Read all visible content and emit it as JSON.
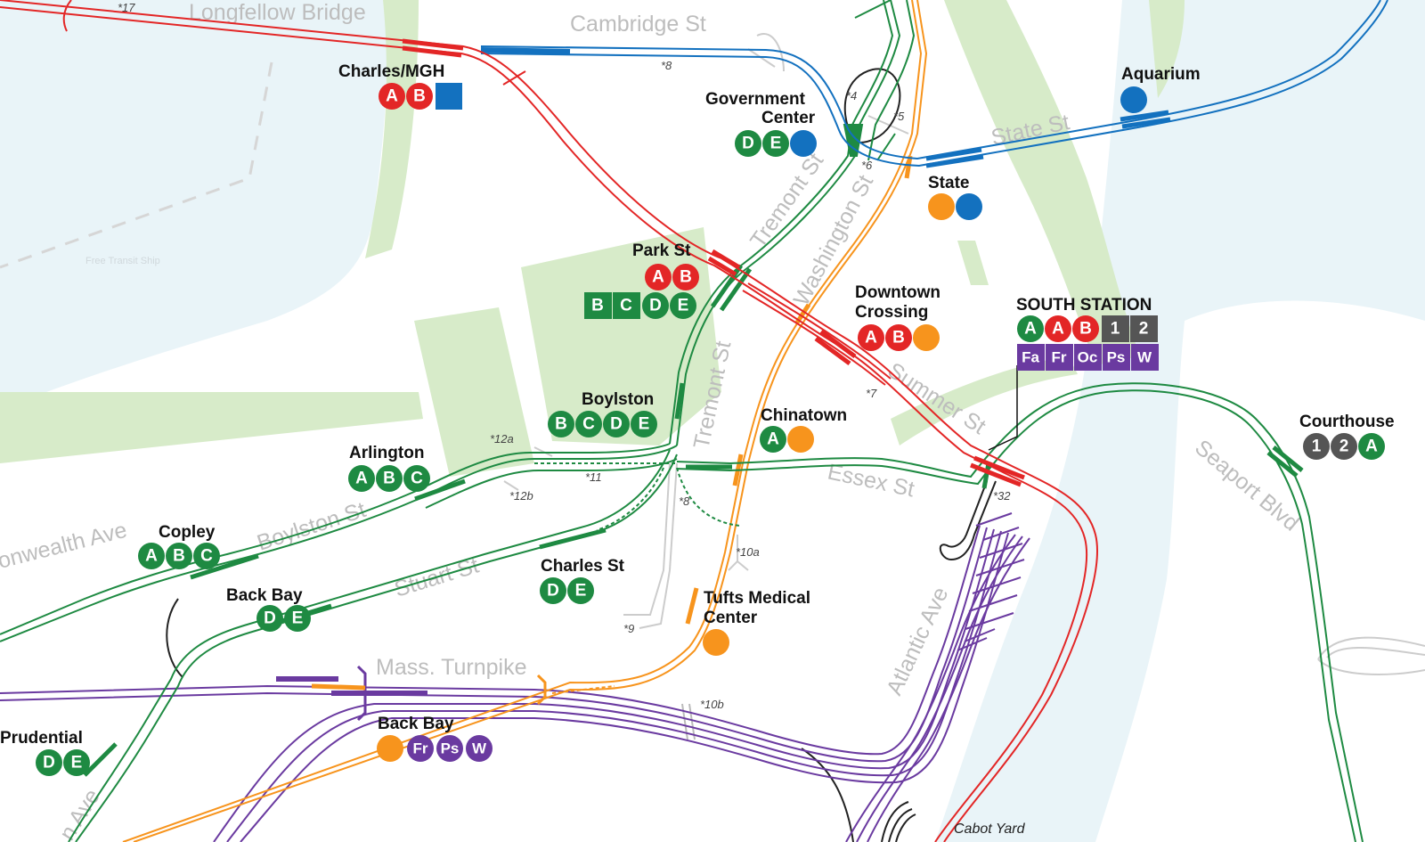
{
  "colors": {
    "red": "#e32626",
    "green": "#1e8a42",
    "blue": "#1371bf",
    "orange": "#f7941d",
    "purple": "#6a3aa0",
    "gray": "#555555",
    "water": "#e9f4f8",
    "park": "#d7ebc9"
  },
  "streets": {
    "longfellow": "Longfellow Bridge",
    "cambridge": "Cambridge St",
    "state": "State St",
    "tremont1": "Tremont St",
    "washington": "Washington St",
    "tremont2": "Tremont St",
    "summer": "Summer St",
    "essex": "Essex St",
    "seaport": "Seaport Blvd",
    "boylston": "Boylston St",
    "commonwealth": "onwealth Ave",
    "stuart": "Stuart St",
    "turnpike": "Mass. Turnpike",
    "atlantic": "Atlantic Ave",
    "huntington": "n Ave"
  },
  "faint_label": "Free Transit Ship",
  "yard": "Cabot Yard",
  "notes": {
    "n17": "*17",
    "n8a": "*8",
    "n4": "*4",
    "n5": "*5",
    "n6": "*6",
    "n7": "*7",
    "n12a": "*12a",
    "n11": "*11",
    "n12b": "*12b",
    "n8b": "*8",
    "n10a": "*10a",
    "n9": "*9",
    "n32": "*32",
    "n10b": "*10b"
  },
  "stations": {
    "charles": {
      "name": "Charles/MGH",
      "routes": [
        "A",
        "B"
      ]
    },
    "govcenter": {
      "name1": "Government",
      "name2": "Center",
      "routes": [
        "D",
        "E"
      ]
    },
    "aquarium": {
      "name": "Aquarium"
    },
    "state": {
      "name": "State"
    },
    "park": {
      "name": "Park St",
      "routes_red": [
        "A",
        "B"
      ],
      "routes_green": [
        "B",
        "C",
        "D",
        "E"
      ]
    },
    "downtown": {
      "name1": "Downtown",
      "name2": "Crossing",
      "routes": [
        "A",
        "B"
      ]
    },
    "south": {
      "name": "SOUTH STATION",
      "routes_top": [
        "A",
        "A",
        "B",
        "1",
        "2"
      ],
      "routes_bottom": [
        "Fa",
        "Fr",
        "Oc",
        "Ps",
        "W"
      ]
    },
    "boylston": {
      "name": "Boylston",
      "routes": [
        "B",
        "C",
        "D",
        "E"
      ]
    },
    "chinatown": {
      "name": "Chinatown",
      "routes": [
        "A"
      ]
    },
    "courthouse": {
      "name": "Courthouse",
      "routes": [
        "1",
        "2",
        "A"
      ]
    },
    "arlington": {
      "name": "Arlington",
      "routes": [
        "A",
        "B",
        "C"
      ]
    },
    "copley": {
      "name": "Copley",
      "routes": [
        "A",
        "B",
        "C"
      ]
    },
    "backbay_green": {
      "name": "Back Bay",
      "routes": [
        "D",
        "E"
      ]
    },
    "charlesst": {
      "name": "Charles St",
      "routes": [
        "D",
        "E"
      ]
    },
    "tufts": {
      "name1": "Tufts Medical",
      "name2": "Center"
    },
    "prudential": {
      "name": "Prudential",
      "routes": [
        "D",
        "E"
      ]
    },
    "backbay_rail": {
      "name": "Back Bay",
      "routes": [
        "Fr",
        "Ps",
        "W"
      ]
    }
  }
}
